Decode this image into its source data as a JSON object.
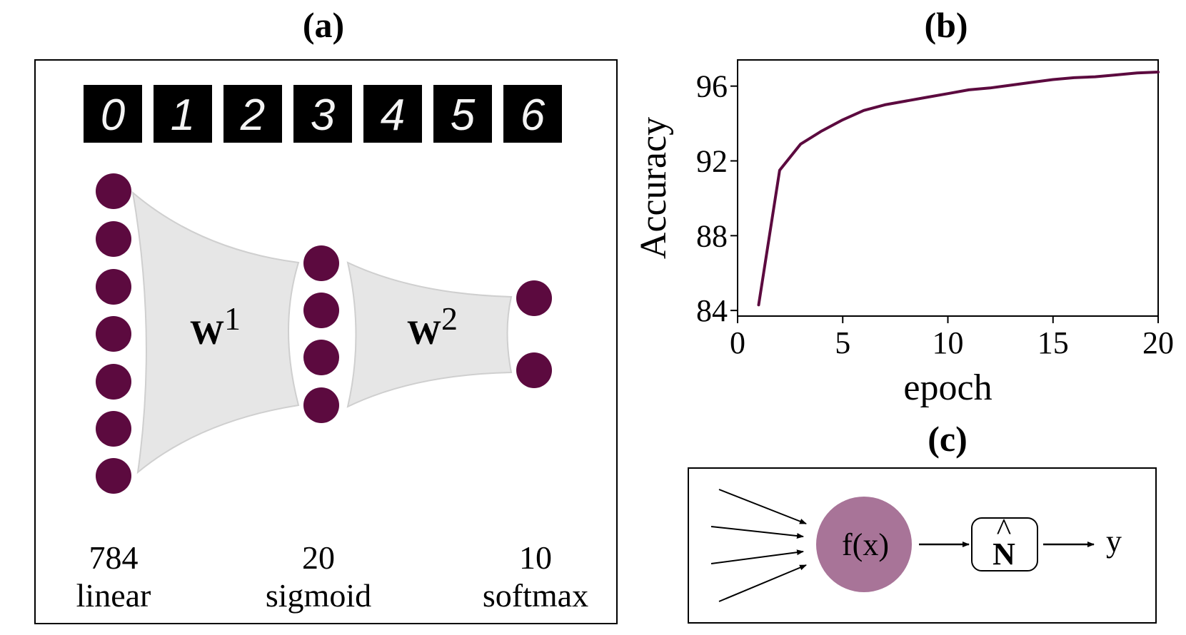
{
  "panels": {
    "a": {
      "label": "(a)"
    },
    "b": {
      "label": "(b)"
    },
    "c": {
      "label": "(c)"
    }
  },
  "digits": [
    "0",
    "1",
    "2",
    "3",
    "4",
    "5",
    "6"
  ],
  "network": {
    "weight1": {
      "symbol": "W",
      "sup": "1"
    },
    "weight2": {
      "symbol": "W",
      "sup": "2"
    },
    "layers": [
      {
        "size": "784",
        "activation": "linear"
      },
      {
        "size": "20",
        "activation": "sigmoid"
      },
      {
        "size": "10",
        "activation": "softmax"
      }
    ],
    "node_color": "#5c0a3f",
    "weight_fill": "#e6e6e6"
  },
  "chart_data": {
    "type": "line",
    "xlabel": "epoch",
    "ylabel": "Accuracy",
    "xlim": [
      0,
      20
    ],
    "ylim": [
      83.7,
      97.4
    ],
    "xticks": [
      0,
      5,
      10,
      15,
      20
    ],
    "yticks": [
      84,
      88,
      92,
      96
    ],
    "grid": false,
    "series": [
      {
        "color": "#5c0a3f",
        "x": [
          1,
          2,
          3,
          4,
          5,
          6,
          7,
          8,
          9,
          10,
          11,
          12,
          13,
          14,
          15,
          16,
          17,
          18,
          19,
          20
        ],
        "y": [
          84.3,
          91.5,
          92.9,
          93.6,
          94.2,
          94.7,
          95.0,
          95.2,
          95.4,
          95.6,
          95.8,
          95.9,
          96.05,
          96.2,
          96.35,
          96.45,
          96.5,
          96.6,
          96.7,
          96.75
        ]
      }
    ]
  },
  "neuron": {
    "function": "f(x)",
    "noise_symbol": "N",
    "hat": "^",
    "output": "y",
    "body_color": "#a87498"
  }
}
